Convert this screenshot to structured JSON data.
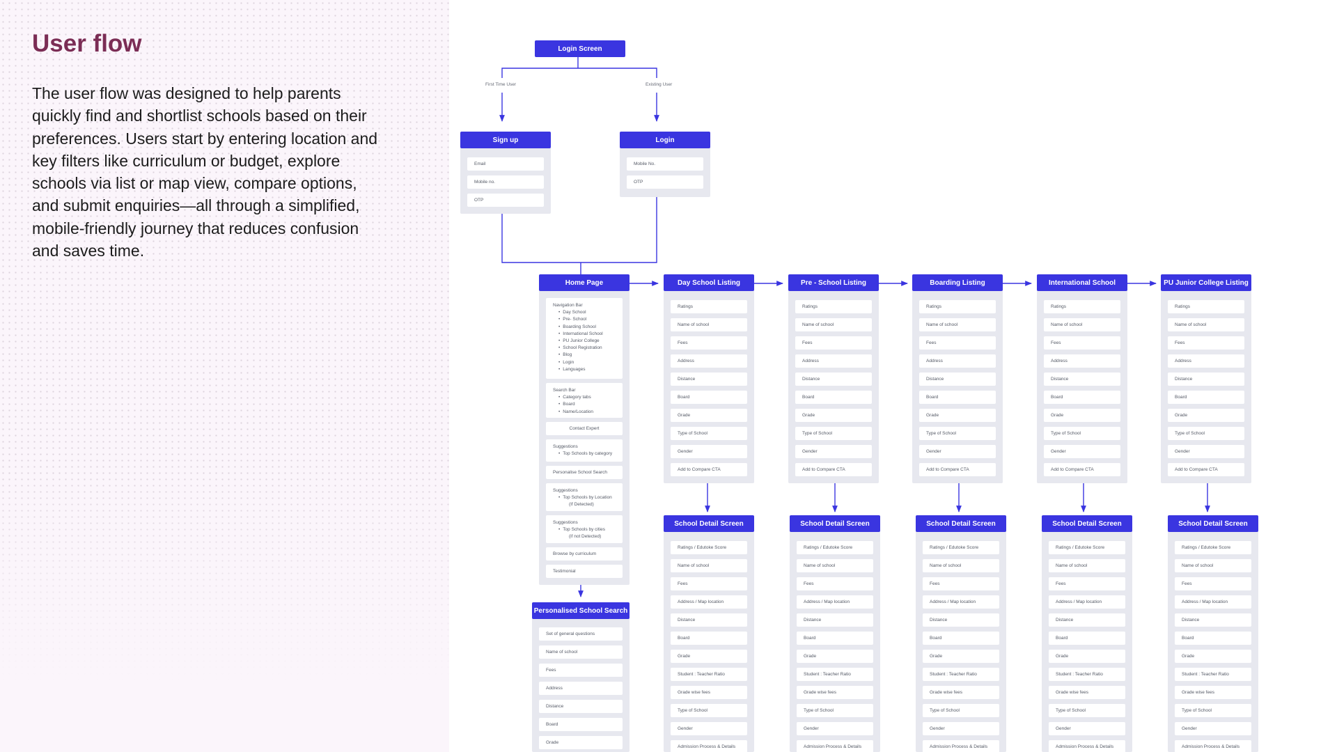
{
  "title": "User flow",
  "description": "The user flow was designed to help parents quickly find and shortlist schools based on their preferences. Users start by entering location and key filters like curriculum or budget, explore schools via list or map view, compare options, and submit enquiries—all through a simplified, mobile-friendly journey that reduces confusion and saves time.",
  "colors": {
    "accent": "#3a35e0",
    "title": "#7b2d55",
    "card": "#e7e8ef"
  },
  "edge_labels": {
    "first_time": "First Time User",
    "existing": "Existing User"
  },
  "login_screen": "Login Screen",
  "signup": {
    "title": "Sign up",
    "fields": [
      "Email",
      "Mobile no.",
      "OTP"
    ]
  },
  "login": {
    "title": "Login",
    "fields": [
      "Mobile No.",
      "OTP"
    ]
  },
  "home": {
    "title": "Home Page",
    "nav": {
      "heading": "Navigation Bar",
      "items": [
        "Day School",
        "Pre- School",
        "Boarding School",
        "International School",
        "PU Junior College",
        "School Registration",
        "Blog",
        "Login",
        "Languages"
      ]
    },
    "search": {
      "heading": "Search Bar",
      "items": [
        "Category tabs",
        "Board",
        "Name/Location"
      ]
    },
    "contact": "Contact Expert",
    "sugg1": {
      "heading": "Suggestions",
      "items": [
        "Top Schools by category"
      ]
    },
    "personalise": "Personalise School Search",
    "sugg2": {
      "heading": "Suggestions",
      "items": [
        "Top Schools by Location"
      ],
      "note": "(If Detected)"
    },
    "sugg3": {
      "heading": "Suggestions",
      "items": [
        "Top Schools by cities"
      ],
      "note": "(if not Detected)"
    },
    "browse": "Browse by curriculum",
    "testimonial": "Testimonial"
  },
  "personalised_search": {
    "title": "Personalised School Search",
    "fields": [
      "Set of general questions",
      "Name of school",
      "Fees",
      "Address",
      "Distance",
      "Board",
      "Grade"
    ]
  },
  "listing_fields": [
    "Ratings",
    "Name of school",
    "Fees",
    "Address",
    "Distance",
    "Board",
    "Grade",
    "Type of School",
    "Gender",
    "Add to Compare CTA"
  ],
  "listings": [
    {
      "title": "Day School Listing"
    },
    {
      "title": "Pre - School Listing"
    },
    {
      "title": "Boarding Listing"
    },
    {
      "title": "International School"
    },
    {
      "title": "PU Junior College Listing"
    }
  ],
  "detail": {
    "title": "School Detail Screen",
    "fields": [
      "Ratings / Edutoke Score",
      "Name of school",
      "Fees",
      "Address / Map location",
      "Distance",
      "Board",
      "Grade",
      "Student : Teacher Ratio",
      "Grade wise fees",
      "Type of School",
      "Gender",
      "Admission Process & Details"
    ]
  }
}
